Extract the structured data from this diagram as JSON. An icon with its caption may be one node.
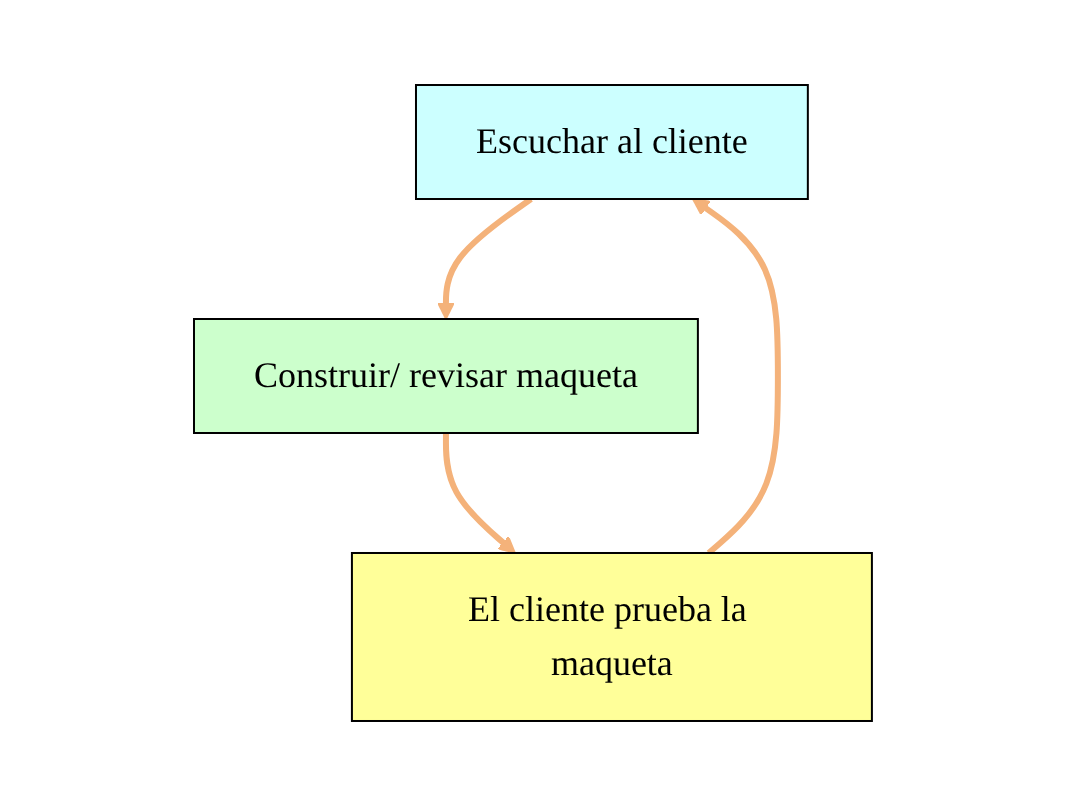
{
  "diagram": {
    "nodes": [
      {
        "text": [
          "Escuchar al cliente"
        ]
      },
      {
        "text": [
          "Construir/ revisar maqueta"
        ]
      },
      {
        "text": [
          "El cliente prueba la maqueta"
        ]
      }
    ],
    "edges": [
      {
        "from": 0,
        "to": 1,
        "arrow": "to"
      },
      {
        "from": 1,
        "to": 2,
        "arrow": "to"
      },
      {
        "from": 2,
        "to": 0,
        "arrow": "to"
      }
    ]
  }
}
